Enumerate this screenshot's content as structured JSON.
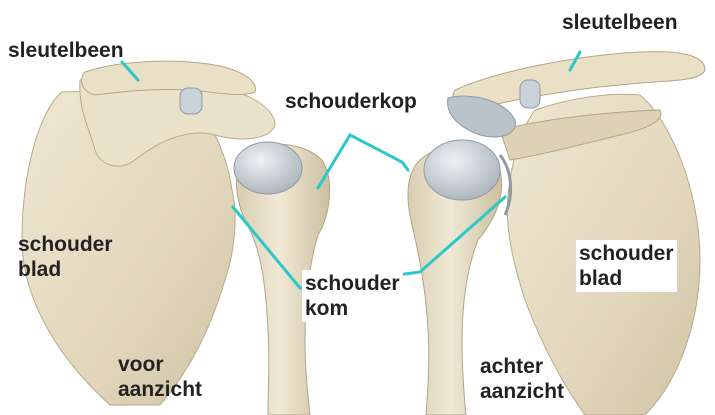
{
  "labels": {
    "clavicle_front": "sleutelbeen",
    "clavicle_back": "sleutelbeen",
    "humeral_head": "schouderkop",
    "scapula_front": [
      "schouder",
      "blad"
    ],
    "scapula_back": [
      "schouder",
      "blad"
    ],
    "glenoid": [
      "schouder",
      "kom"
    ],
    "front_view": [
      "voor",
      "aanzicht"
    ],
    "back_view": [
      "achter",
      "aanzicht"
    ]
  },
  "colors": {
    "bone": "#e6dcc3",
    "bone_shadow": "#c9bd9f",
    "cartilage": "#c7d0d6",
    "leader_line": "#2cc7c7",
    "text": "#222222"
  }
}
